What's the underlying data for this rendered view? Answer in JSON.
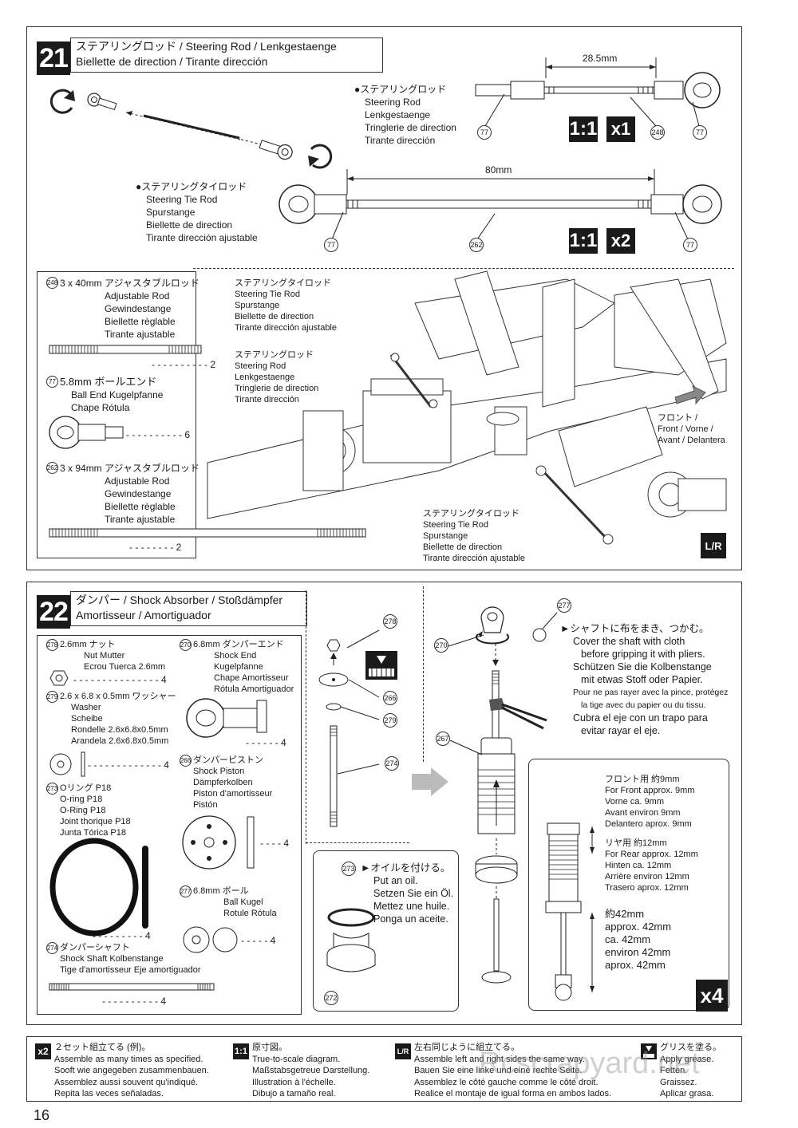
{
  "step21": {
    "number": "21",
    "title_line1": "ステアリングロッド / Steering Rod / Lenkgestaenge",
    "title_line2": "Biellette de direction / Tirante dirección",
    "steering_rod": {
      "dim": "28.5mm",
      "label": [
        "●ステアリングロッド",
        "Steering Rod",
        "Lenkgestaenge",
        "Tringlerie de direction",
        "Tirante dirección"
      ],
      "parts": [
        "77",
        "248",
        "77"
      ],
      "scale_badge": "1:1",
      "qty_badge": "x1"
    },
    "tie_rod": {
      "dim": "80mm",
      "label": [
        "●ステアリングタイロッド",
        "Steering Tie Rod",
        "Spurstange",
        "Biellette de direction",
        "Tirante dirección ajustable"
      ],
      "parts": [
        "77",
        "262",
        "77"
      ],
      "scale_badge": "1:1",
      "qty_badge": "x2"
    },
    "parts_list": [
      {
        "num": "248",
        "name": [
          "3 x 40mm アジャスタブルロッド",
          "Adjustable Rod",
          "Gewindestange",
          "Biellette règlable",
          "Tirante ajustable"
        ],
        "qty": "2"
      },
      {
        "num": "77",
        "name": [
          "5.8mm ボールエンド",
          "Ball End     Kugelpfanne",
          "Chape     Rótula"
        ],
        "qty": "6"
      },
      {
        "num": "262",
        "name": [
          "3 x 94mm アジャスタブルロッド",
          "Adjustable Rod",
          "Gewindestange",
          "Biellette règlable",
          "Tirante ajustable"
        ],
        "qty": "2"
      }
    ],
    "callouts": {
      "tie_rod_top": [
        "ステアリングタイロッド",
        "Steering Tie Rod",
        "Spurstange",
        "Biellette de direction",
        "Tirante dirección ajustable"
      ],
      "steering_rod": [
        "ステアリングロッド",
        "Steering Rod",
        "Lenkgestaenge",
        "Tringlerie de direction",
        "Tirante dirección"
      ],
      "tie_rod_bottom": [
        "ステアリングタイロッド",
        "Steering Tie Rod",
        "Spurstange",
        "Biellette de direction",
        "Tirante dirección ajustable"
      ],
      "front": [
        "フロント /",
        "Front / Vorne /",
        "Avant / Delantera"
      ]
    },
    "lr_badge": "L/R"
  },
  "step22": {
    "number": "22",
    "title_line1": "ダンパー / Shock Absorber / Stoßdämpfer",
    "title_line2": "Amortisseur / Amortiguador",
    "parts_list": [
      {
        "num": "278",
        "name": [
          "2.6mm  ナット",
          "Nut     Mutter",
          "Ecrou   Tuerca 2.6mm"
        ],
        "qty": "4"
      },
      {
        "num": "279",
        "name": [
          "2.6 x 6.8 x 0.5mm ワッシャー",
          "Washer",
          "Scheibe",
          "Rondelle 2.6x6.8x0.5mm",
          "Arandela 2.6x6.8x0.5mm"
        ],
        "qty": "4"
      },
      {
        "num": "273",
        "name": [
          "Oリング P18",
          "O-ring P18",
          "O-Ring P18",
          "Joint thorique P18",
          "Junta Tórica P18"
        ],
        "qty": "4"
      },
      {
        "num": "274",
        "name": [
          "ダンパーシャフト",
          "Shock Shaft   Kolbenstange",
          "Tige d'amortisseur   Eje amortiguador"
        ],
        "qty": "4"
      },
      {
        "num": "270",
        "name": [
          "6.8mm  ダンパーエンド",
          "Shock End",
          "Kugelpfanne",
          "Chape Amortisseur",
          "Rótula Amortiguador"
        ],
        "qty": "4"
      },
      {
        "num": "266",
        "name": [
          "ダンパーピストン",
          "Shock Piston",
          "Dämpferkolben",
          "Piston d'amortisseur",
          "Pistón"
        ],
        "qty": "4"
      },
      {
        "num": "277",
        "name": [
          "6.8mm  ボール",
          "Ball     Kugel",
          "Rotule    Rótula"
        ],
        "qty": "4"
      }
    ],
    "assembly_parts": [
      "278",
      "266",
      "279",
      "274",
      "270",
      "277",
      "267",
      "273",
      "272"
    ],
    "shaft_note": [
      "►シャフトに布をまき、つかむ。",
      "Cover the shaft with cloth",
      "before gripping it with pliers.",
      "Schützen Sie die Kolbenstange",
      "mit etwas Stoff oder Papier.",
      "Pour ne pas rayer avec la pince, protégez",
      "la tige avec du papier ou du tissu.",
      "Cubra el eje con un trapo para",
      "evitar rayar el eje."
    ],
    "oil_note": [
      "►オイルを付ける。",
      "Put an oil.",
      "Setzen Sie ein Öl.",
      "Mettez une huile.",
      "Ponga un aceite."
    ],
    "front_dim": [
      "フロント用 約9mm",
      "For Front approx. 9mm",
      "Vorne ca. 9mm",
      "Avant environ 9mm",
      "Delantero aprox. 9mm"
    ],
    "rear_dim": [
      "リヤ用 約12mm",
      "For Rear approx. 12mm",
      "Hinten ca. 12mm",
      "Arrière environ 12mm",
      "Trasero aprox. 12mm"
    ],
    "length_dim": [
      "約42mm",
      "approx. 42mm",
      "ca. 42mm",
      "environ 42mm",
      "aprox. 42mm"
    ],
    "qty_badge": "x4"
  },
  "legend": [
    {
      "icon": "x2",
      "lines": [
        "２セット組立てる (例)。",
        "Assemble as many times as specified.",
        "Sooft wie angegeben zusammenbauen.",
        "Assemblez aussi souvent qu'indiqué.",
        "Repita las veces señaladas."
      ]
    },
    {
      "icon": "1:1",
      "lines": [
        "原寸図。",
        "True-to-scale diagram.",
        "Maßstabsgetreue Darstellung.",
        "Illustration à l'échelle.",
        "Dibujo a tamaño real."
      ]
    },
    {
      "icon": "L/R",
      "lines": [
        "左右同じように組立てる。",
        "Assemble left and right sides the same way.",
        "Bauen Sie eine linke und eine rechte Seite.",
        "Assemblez le côté gauche comme le côté droit.",
        "Realice el montaje de igual forma en ambos lados."
      ]
    },
    {
      "icon": "grease",
      "lines": [
        "グリスを塗る。",
        "Apply grease.",
        "Fetten.",
        "Graissez.",
        "Aplicar grasa."
      ]
    }
  ],
  "watermark": "Rcscrapyard.net",
  "page_number": "16"
}
